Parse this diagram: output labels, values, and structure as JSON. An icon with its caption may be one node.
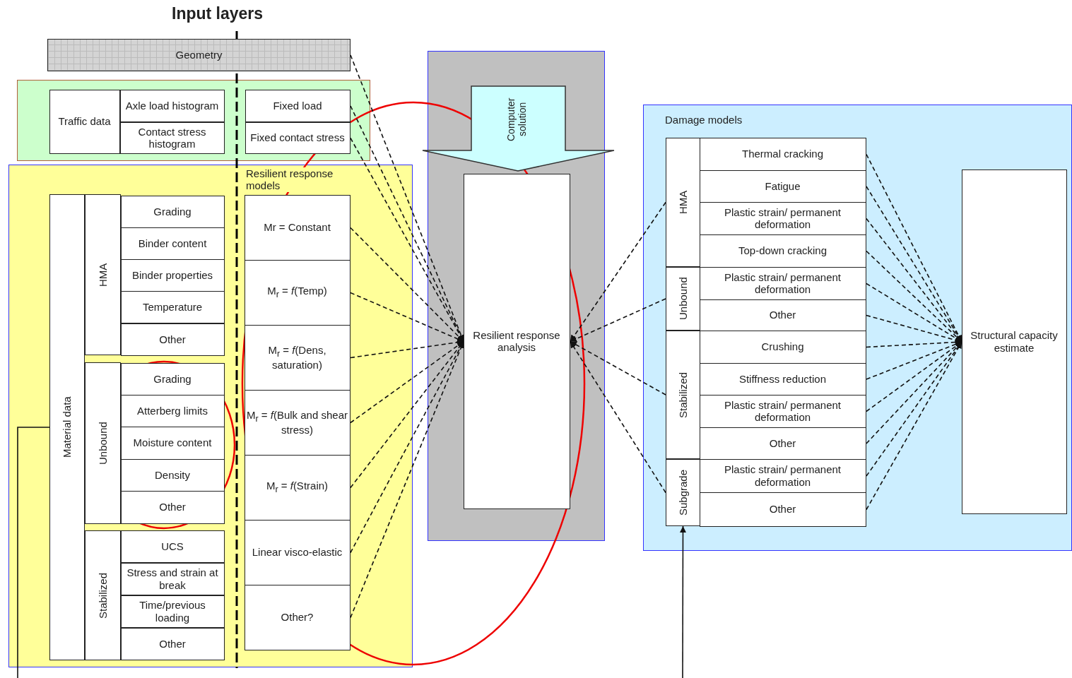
{
  "diagram": {
    "title": "Input layers",
    "nodes": [
      {
        "text": [
          "Geometry"
        ]
      },
      {
        "text": [],
        "shape": "box"
      },
      {
        "text": [
          "Traffic data"
        ],
        "in": 1
      },
      {
        "text": [
          "Axle load histogram"
        ],
        "in": 1
      },
      {
        "text": [
          "Contact stress histogram"
        ],
        "in": 1
      },
      {
        "text": [
          "Fixed load"
        ],
        "in": 1
      },
      {
        "text": [
          "Fixed contact stress"
        ],
        "in": 1
      },
      {
        "text": [],
        "shape": "box"
      },
      {
        "text": [
          "Material data"
        ],
        "in": 7
      },
      {
        "text": [
          "HMA"
        ],
        "in": 7
      },
      {
        "text": [
          "Grading"
        ],
        "in": 7
      },
      {
        "text": [
          "Binder content"
        ],
        "in": 7
      },
      {
        "text": [
          "Binder properties"
        ],
        "in": 7
      },
      {
        "text": [
          "Temperature"
        ],
        "in": 7
      },
      {
        "text": [
          "Other"
        ],
        "in": 7
      },
      {
        "text": [
          "Unbound"
        ],
        "in": 7
      },
      {
        "text": [
          "Grading"
        ],
        "in": 7
      },
      {
        "text": [
          "Atterberg limits"
        ],
        "in": 7
      },
      {
        "text": [
          "Moisture content"
        ],
        "in": 7
      },
      {
        "text": [
          "Density"
        ],
        "in": 7
      },
      {
        "text": [
          "Other"
        ],
        "in": 7
      },
      {
        "text": [
          "Stabilized"
        ],
        "in": 7
      },
      {
        "text": [
          "UCS"
        ],
        "in": 7
      },
      {
        "text": [
          "Stress and strain at break"
        ],
        "in": 7
      },
      {
        "text": [
          "Time/previous loading"
        ],
        "in": 7
      },
      {
        "text": [
          "Other"
        ],
        "in": 7
      },
      {
        "text": [
          "Mr = Constant"
        ],
        "in": 7
      },
      {
        "text": [
          "M$_{r}$ = *f*(Temp)"
        ],
        "in": 7
      },
      {
        "text": [
          "M$_{r}$ = *f*(Dens, saturation)"
        ],
        "in": 7
      },
      {
        "text": [
          "M$_{r}$ = *f*(Bulk and shear stress)"
        ],
        "in": 7
      },
      {
        "text": [
          "M$_{r}$ = *f*(Strain)"
        ],
        "in": 7
      },
      {
        "text": [
          "Linear visco-elastic"
        ],
        "in": 7
      },
      {
        "text": [
          "Other?"
        ],
        "in": 7
      },
      {
        "text": [],
        "shape": "box"
      },
      {
        "text": [
          "Computer solution"
        ],
        "in": 33
      },
      {
        "text": [
          "Resilient response analysis"
        ],
        "in": 33
      },
      {
        "text": [
          "Damage models"
        ]
      },
      {
        "text": [
          "HMA"
        ],
        "in": 36
      },
      {
        "text": [
          "Thermal cracking"
        ],
        "in": 36
      },
      {
        "text": [
          "Fatigue"
        ],
        "in": 36
      },
      {
        "text": [
          "Plastic strain/ permanent deformation"
        ],
        "in": 36
      },
      {
        "text": [
          "Top-down cracking"
        ],
        "in": 36
      },
      {
        "text": [
          "Unbound"
        ],
        "in": 36
      },
      {
        "text": [
          "Plastic strain/ permanent deformation"
        ],
        "in": 36
      },
      {
        "text": [
          "Other"
        ],
        "in": 36
      },
      {
        "text": [
          "Stabilized"
        ],
        "in": 36
      },
      {
        "text": [
          "Crushing"
        ],
        "in": 36
      },
      {
        "text": [
          "Stiffness reduction"
        ],
        "in": 36
      },
      {
        "text": [
          "Plastic strain/ permanent deformation"
        ],
        "in": 36
      },
      {
        "text": [
          "Other"
        ],
        "in": 36
      },
      {
        "text": [
          "Subgrade"
        ],
        "in": 36
      },
      {
        "text": [
          "Plastic strain/ permanent deformation"
        ],
        "in": 36
      },
      {
        "text": [
          "Other"
        ],
        "in": 36
      },
      {
        "text": [
          "Structural capacity estimate"
        ],
        "in": 36
      }
    ],
    "edges": [
      {
        "from": 0,
        "to": 35,
        "arrow": "to",
        "style": "dashed"
      },
      {
        "from": 5,
        "to": 35,
        "arrow": "to",
        "style": "dashed"
      },
      {
        "from": 6,
        "to": 35,
        "arrow": "to",
        "style": "dashed"
      },
      {
        "from": 26,
        "to": 35,
        "arrow": "to",
        "style": "dashed"
      },
      {
        "from": 27,
        "to": 35,
        "arrow": "to",
        "style": "dashed"
      },
      {
        "from": 28,
        "to": 35,
        "arrow": "to",
        "style": "dashed"
      },
      {
        "from": 29,
        "to": 35,
        "arrow": "to",
        "style": "dashed"
      },
      {
        "from": 30,
        "to": 35,
        "arrow": "to",
        "style": "dashed"
      },
      {
        "from": 31,
        "to": 35,
        "arrow": "to",
        "style": "dashed"
      },
      {
        "from": 32,
        "to": 35,
        "arrow": "to",
        "style": "dashed"
      },
      {
        "from": 37,
        "to": 35,
        "arrow": "to",
        "style": "dashed"
      },
      {
        "from": 42,
        "to": 35,
        "arrow": "to",
        "style": "dashed"
      },
      {
        "from": 45,
        "to": 35,
        "arrow": "to",
        "style": "dashed"
      },
      {
        "from": 50,
        "to": 35,
        "arrow": "to",
        "style": "dashed"
      },
      {
        "from": 38,
        "to": 53,
        "arrow": "to",
        "style": "dashed"
      },
      {
        "from": 39,
        "to": 53,
        "arrow": "to",
        "style": "dashed"
      },
      {
        "from": 40,
        "to": 53,
        "arrow": "to",
        "style": "dashed"
      },
      {
        "from": 41,
        "to": 53,
        "arrow": "to",
        "style": "dashed"
      },
      {
        "from": 43,
        "to": 53,
        "arrow": "to",
        "style": "dashed"
      },
      {
        "from": 44,
        "to": 53,
        "arrow": "to",
        "style": "dashed"
      },
      {
        "from": 46,
        "to": 53,
        "arrow": "to",
        "style": "dashed"
      },
      {
        "from": 47,
        "to": 53,
        "arrow": "to",
        "style": "dashed"
      },
      {
        "from": 48,
        "to": 53,
        "arrow": "to",
        "style": "dashed"
      },
      {
        "from": 49,
        "to": 53,
        "arrow": "to",
        "style": "dashed"
      },
      {
        "from": 51,
        "to": 53,
        "arrow": "to",
        "style": "dashed"
      },
      {
        "from": 52,
        "to": 53,
        "arrow": "to",
        "style": "dashed"
      },
      {
        "from": null,
        "to": 50,
        "arrow": "to"
      },
      {
        "from": null,
        "to": 8,
        "arrow": "none"
      }
    ],
    "labels": [
      "Resilient response models"
    ]
  }
}
